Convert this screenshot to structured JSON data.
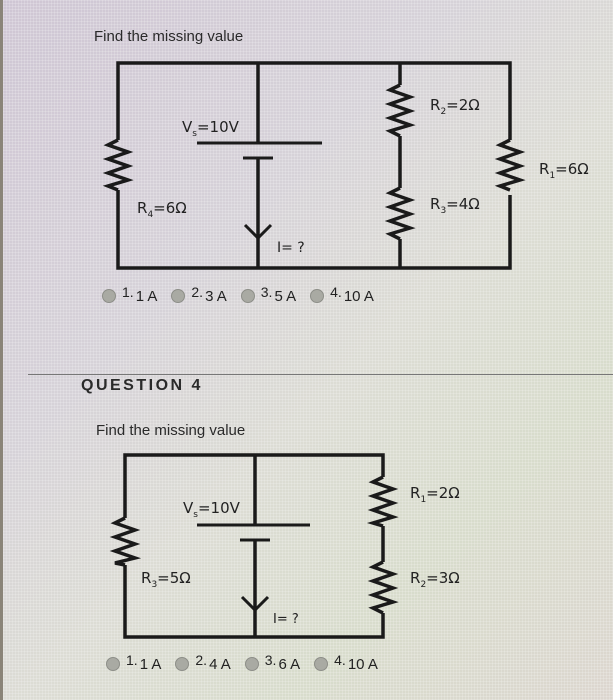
{
  "question3": {
    "prompt": "Find the missing value",
    "circuit": {
      "source": {
        "label": "V",
        "sub": "s",
        "value": "=10V"
      },
      "current": "I= ?",
      "resistors": [
        {
          "label": "R",
          "sub": "4",
          "value": "=6Ω"
        },
        {
          "label": "R",
          "sub": "2",
          "value": "=2Ω"
        },
        {
          "label": "R",
          "sub": "3",
          "value": "=4Ω"
        },
        {
          "label": "R",
          "sub": "1",
          "value": "=6Ω"
        }
      ]
    },
    "options": [
      {
        "num": "1.",
        "text": "1 A"
      },
      {
        "num": "2.",
        "text": "3 A"
      },
      {
        "num": "3.",
        "text": "5 A"
      },
      {
        "num": "4.",
        "text": "10 A"
      }
    ]
  },
  "question4": {
    "heading": "QUESTION 4",
    "prompt": "Find the missing value",
    "circuit": {
      "source": {
        "label": "V",
        "sub": "s",
        "value": "=10V"
      },
      "current": "I= ?",
      "resistors": [
        {
          "label": "R",
          "sub": "3",
          "value": "=5Ω"
        },
        {
          "label": "R",
          "sub": "1",
          "value": "=2Ω"
        },
        {
          "label": "R",
          "sub": "2",
          "value": "=3Ω"
        }
      ]
    },
    "options": [
      {
        "num": "1.",
        "text": "1 A"
      },
      {
        "num": "2.",
        "text": "4 A"
      },
      {
        "num": "3.",
        "text": "6 A"
      },
      {
        "num": "4.",
        "text": "10 A"
      }
    ]
  }
}
